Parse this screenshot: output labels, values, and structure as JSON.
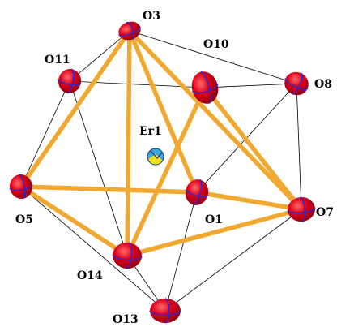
{
  "colors": {
    "bond_thick": "#f0a830",
    "bond_thin": "#000000",
    "oxygen_fill": "#e0001c",
    "oxygen_shade": "#8a0010",
    "principal_axis": "#2a2ad0",
    "erbium_blue": "#3aa8e0",
    "erbium_yellow": "#f2e020",
    "label": "#000000"
  },
  "atoms": {
    "O3": {
      "label": "O3"
    },
    "O10": {
      "label": "O10"
    },
    "O11": {
      "label": "O11"
    },
    "O8": {
      "label": "O8"
    },
    "Er1": {
      "label": "Er1"
    },
    "O5": {
      "label": "O5"
    },
    "O1": {
      "label": "O1"
    },
    "O7": {
      "label": "O7"
    },
    "O14": {
      "label": "O14"
    },
    "O13": {
      "label": "O13"
    }
  }
}
